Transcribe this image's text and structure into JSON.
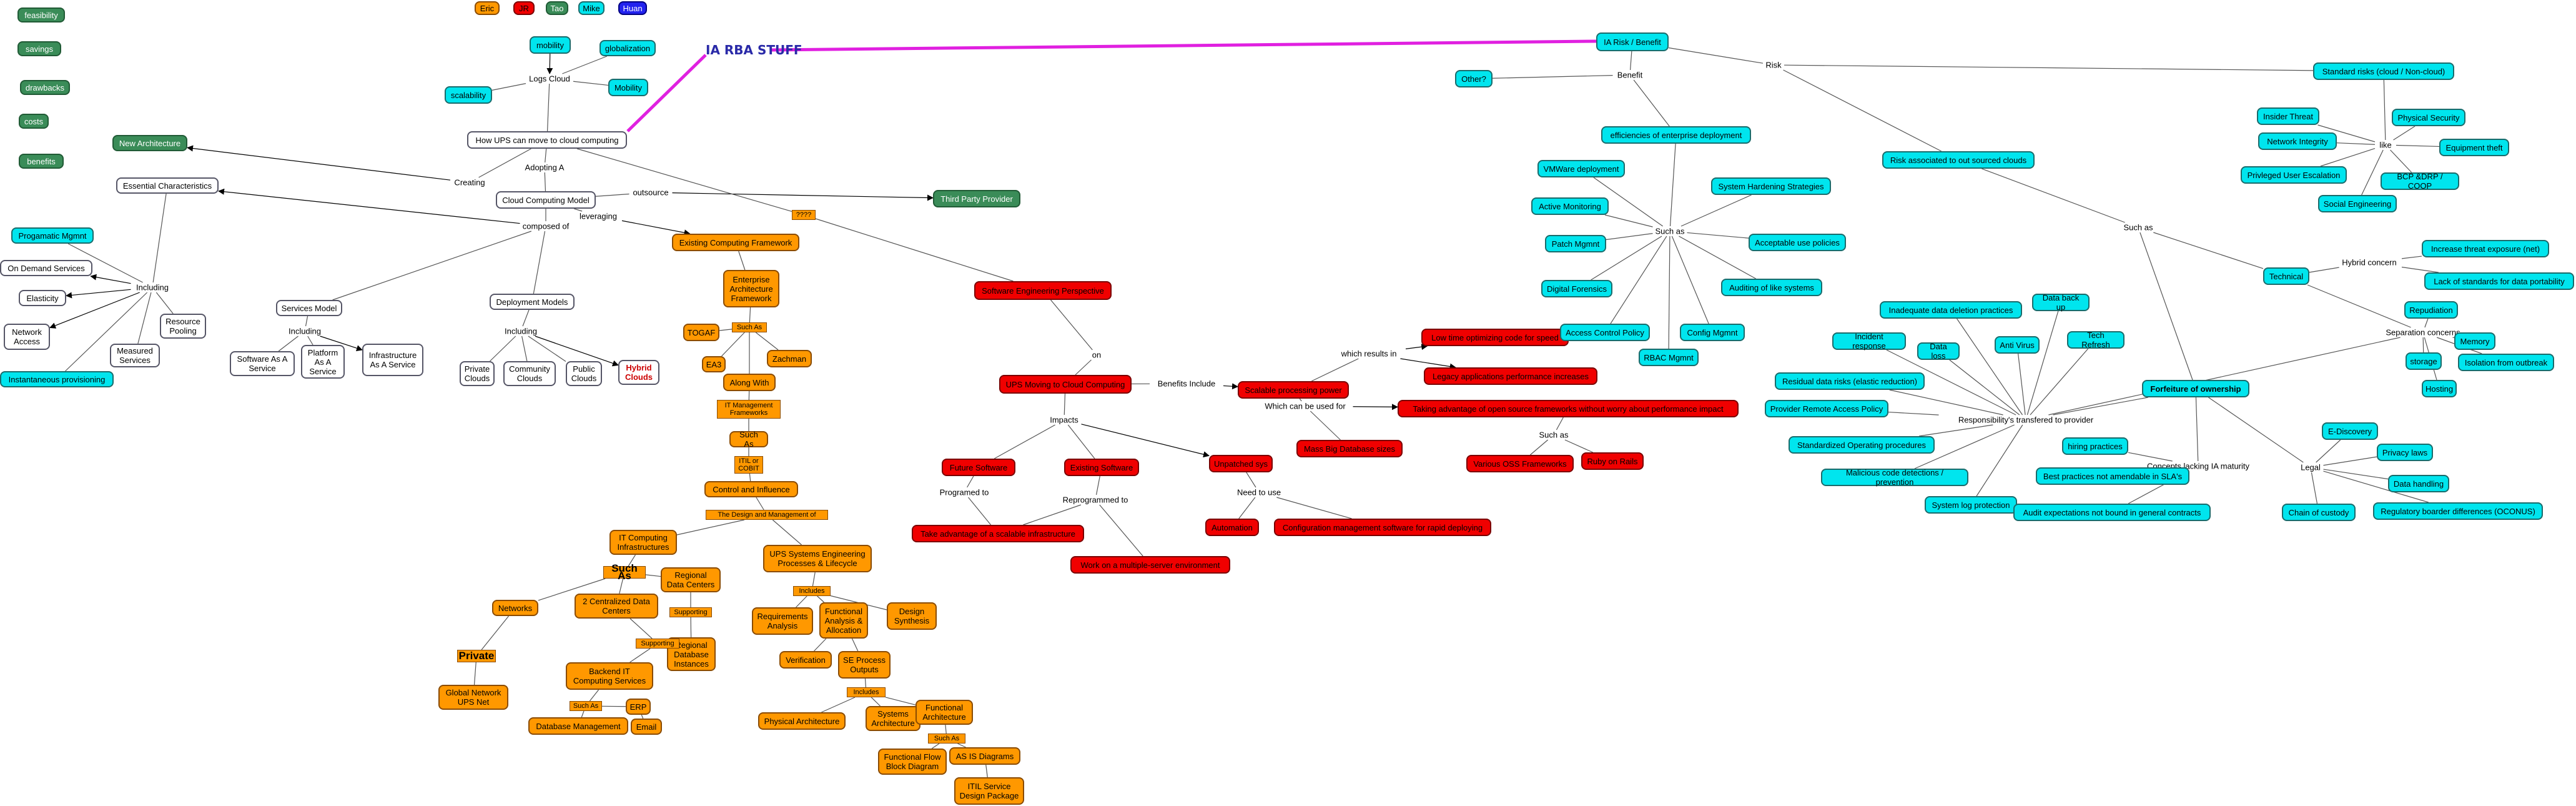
{
  "title": "IA RBA STUFF",
  "nodes": [
    {
      "id": "feasibility",
      "text": "feasibility",
      "style": "green"
    },
    {
      "id": "savings",
      "text": "savings",
      "style": "green"
    },
    {
      "id": "drawbacks",
      "text": "drawbacks",
      "style": "green"
    },
    {
      "id": "costs",
      "text": "costs",
      "style": "green"
    },
    {
      "id": "benefits",
      "text": "benefits",
      "style": "green"
    },
    {
      "id": "eric",
      "text": "Eric",
      "style": "orange"
    },
    {
      "id": "jr",
      "text": "JR",
      "style": "red"
    },
    {
      "id": "tao",
      "text": "Tao",
      "style": "green"
    },
    {
      "id": "mike",
      "text": "Mike",
      "style": "cyan"
    },
    {
      "id": "huan",
      "text": "Huan",
      "style": "blue"
    },
    {
      "id": "mobility",
      "text": "mobility",
      "style": "cyan"
    },
    {
      "id": "globalization",
      "text": "globalization",
      "style": "cyan"
    },
    {
      "id": "scalability",
      "text": "scalability",
      "style": "cyan"
    },
    {
      "id": "mobility2",
      "text": "Mobility",
      "style": "cyan"
    },
    {
      "id": "newarch",
      "text": "New Architecture",
      "style": "green"
    },
    {
      "id": "howups",
      "text": "How UPS can move to cloud computing",
      "style": "white"
    },
    {
      "id": "ccm",
      "text": "Cloud Computing Model",
      "style": "white"
    },
    {
      "id": "tpp",
      "text": "Third Party Provider",
      "style": "green"
    },
    {
      "id": "ecf",
      "text": "Existing Computing Framework",
      "style": "orange"
    },
    {
      "id": "essential",
      "text": "Essential Characteristics",
      "style": "white"
    },
    {
      "id": "progmgmt",
      "text": "Progamatic Mgmnt",
      "style": "cyan"
    },
    {
      "id": "ondemand",
      "text": "On Demand Services",
      "style": "white"
    },
    {
      "id": "elasticity",
      "text": "Elasticity",
      "style": "white"
    },
    {
      "id": "network",
      "text": "Network Access",
      "style": "white"
    },
    {
      "id": "instprov",
      "text": "Instantaneous provisioning",
      "style": "cyan"
    },
    {
      "id": "measured",
      "text": "Measured Services",
      "style": "white"
    },
    {
      "id": "respool",
      "text": "Resource Pooling",
      "style": "white"
    },
    {
      "id": "servicesmodel",
      "text": "Services Model",
      "style": "white"
    },
    {
      "id": "saas",
      "text": "Software As A Service",
      "style": "white"
    },
    {
      "id": "paas",
      "text": "Platform As A Service",
      "style": "white"
    },
    {
      "id": "iaas",
      "text": "Infrastructure As A Service",
      "style": "white"
    },
    {
      "id": "deploy",
      "text": "Deployment Models",
      "style": "white"
    },
    {
      "id": "private",
      "text": "Private Clouds",
      "style": "white"
    },
    {
      "id": "community",
      "text": "Community Clouds",
      "style": "white"
    },
    {
      "id": "public",
      "text": "Public Clouds",
      "style": "white"
    },
    {
      "id": "hybrid",
      "text": "Hybrid Clouds",
      "style": "white",
      "bold": true,
      "color": "#cc0000"
    },
    {
      "id": "eaf",
      "text": "Enterprise Architecture Framework",
      "style": "orange"
    },
    {
      "id": "suchas1",
      "text": "Such As",
      "style": "orange",
      "tag": true
    },
    {
      "id": "togaf",
      "text": "TOGAF",
      "style": "orange"
    },
    {
      "id": "ea3",
      "text": "EA3",
      "style": "orange"
    },
    {
      "id": "zachman",
      "text": "Zachman",
      "style": "orange"
    },
    {
      "id": "alongwith",
      "text": "Along With",
      "style": "orange"
    },
    {
      "id": "itmgmt",
      "text": "IT Management Frameworks",
      "style": "orange",
      "tag": true
    },
    {
      "id": "suchas2",
      "text": "Such As",
      "style": "orange"
    },
    {
      "id": "itil",
      "text": "ITIL or COBIT",
      "style": "orange",
      "tag": true
    },
    {
      "id": "control",
      "text": "Control and Influence",
      "style": "orange"
    },
    {
      "id": "design",
      "text": "The Design and Management of",
      "style": "orange",
      "tag": true
    },
    {
      "id": "itci",
      "text": "IT Computing Infrastructures",
      "style": "orange"
    },
    {
      "id": "upsse",
      "text": "UPS Systems Engineering Processes & Lifecycle",
      "style": "orange"
    },
    {
      "id": "suchas3",
      "text": "Such As",
      "style": "orange",
      "tag": true,
      "big": true
    },
    {
      "id": "regional",
      "text": "Regional Data Centers",
      "style": "orange"
    },
    {
      "id": "networks",
      "text": "Networks",
      "style": "orange"
    },
    {
      "id": "central",
      "text": "2 Centralized Data Centers",
      "style": "orange"
    },
    {
      "id": "supporting1",
      "text": "Supporting",
      "style": "orange",
      "tag": true
    },
    {
      "id": "regdb",
      "text": "Regional Database Instances",
      "style": "orange"
    },
    {
      "id": "supporting2",
      "text": "Supporting",
      "style": "orange",
      "tag": true
    },
    {
      "id": "privatetag",
      "text": "Private",
      "style": "orange",
      "tag": true,
      "big": true
    },
    {
      "id": "backend",
      "text": "Backend IT Computing Services",
      "style": "orange"
    },
    {
      "id": "globalnet",
      "text": "Global Network UPS Net",
      "style": "orange"
    },
    {
      "id": "suchas4",
      "text": "Such As",
      "style": "orange",
      "tag": true
    },
    {
      "id": "erp",
      "text": "ERP",
      "style": "orange"
    },
    {
      "id": "dbmgmt",
      "text": "Database Management",
      "style": "orange"
    },
    {
      "id": "email",
      "text": "Email",
      "style": "orange"
    },
    {
      "id": "includes",
      "text": "Includes",
      "style": "orange",
      "tag": true
    },
    {
      "id": "reqanalysis",
      "text": "Requirements Analysis",
      "style": "orange"
    },
    {
      "id": "funcanalysis",
      "text": "Functional Analysis & Allocation",
      "style": "orange"
    },
    {
      "id": "designsynth",
      "text": "Design Synthesis",
      "style": "orange"
    },
    {
      "id": "verification",
      "text": "Verification",
      "style": "orange"
    },
    {
      "id": "seprocess",
      "text": "SE Process Outputs",
      "style": "orange"
    },
    {
      "id": "includes2",
      "text": "Includes",
      "style": "orange",
      "tag": true
    },
    {
      "id": "physarch",
      "text": "Physical Architecture",
      "style": "orange"
    },
    {
      "id": "sysarch",
      "text": "Systems Architecture",
      "style": "orange"
    },
    {
      "id": "funcarch",
      "text": "Functional Architecture",
      "style": "orange"
    },
    {
      "id": "suchas5",
      "text": "Such As",
      "style": "orange",
      "tag": true
    },
    {
      "id": "ffbd",
      "text": "Functional Flow Block Diagram",
      "style": "orange"
    },
    {
      "id": "asis",
      "text": "AS IS Diagrams",
      "style": "orange"
    },
    {
      "id": "itilsvc",
      "text": "ITIL Service Design Package",
      "style": "orange"
    },
    {
      "id": "qmark",
      "text": "????",
      "style": "orange",
      "tag": true
    },
    {
      "id": "sep",
      "text": "Software Engineering Perspective",
      "style": "red"
    },
    {
      "id": "upsmoving",
      "text": "UPS Moving to Cloud Computing",
      "style": "red"
    },
    {
      "id": "scalperf",
      "text": "Scalable processing power",
      "style": "red"
    },
    {
      "id": "lowtime",
      "text": "Low time optimizing code for speed",
      "style": "red"
    },
    {
      "id": "legacy",
      "text": "Legacy applications performance increases",
      "style": "red"
    },
    {
      "id": "taking",
      "text": "Taking advantage of open source frameworks without worry about performance impact",
      "style": "red"
    },
    {
      "id": "bigdata",
      "text": "Mass Big Database sizes",
      "style": "red"
    },
    {
      "id": "various",
      "text": "Various OSS Frameworks",
      "style": "red"
    },
    {
      "id": "ruby",
      "text": "Ruby on Rails",
      "style": "red"
    },
    {
      "id": "future",
      "text": "Future Software",
      "style": "red"
    },
    {
      "id": "existing",
      "text": "Existing Software",
      "style": "red"
    },
    {
      "id": "unpatched",
      "text": "Unpatched sys",
      "style": "red"
    },
    {
      "id": "takeadv",
      "text": "Take advantage of a scalable infrastructure",
      "style": "red"
    },
    {
      "id": "work",
      "text": "Work on a multiple-server environment",
      "style": "red"
    },
    {
      "id": "automation",
      "text": "Automation",
      "style": "red"
    },
    {
      "id": "config",
      "text": "Configuration management software for rapid deploying",
      "style": "red"
    },
    {
      "id": "iarisk",
      "text": "IA Risk / Benefit",
      "style": "cyan"
    },
    {
      "id": "other",
      "text": "Other?",
      "style": "cyan"
    },
    {
      "id": "effic",
      "text": "efficiencies of enterprise deployment",
      "style": "cyan"
    },
    {
      "id": "vmware",
      "text": "VMWare deployment",
      "style": "cyan"
    },
    {
      "id": "syshard",
      "text": "System Hardening Strategies",
      "style": "cyan"
    },
    {
      "id": "activemon",
      "text": "Active Monitoring",
      "style": "cyan"
    },
    {
      "id": "patch",
      "text": "Patch Mgmnt",
      "style": "cyan"
    },
    {
      "id": "acceptable",
      "text": "Acceptable use policies",
      "style": "cyan"
    },
    {
      "id": "digfor",
      "text": "Digital Forensics",
      "style": "cyan"
    },
    {
      "id": "auditing",
      "text": "Auditing of like systems",
      "style": "cyan"
    },
    {
      "id": "acp",
      "text": "Access Control Policy",
      "style": "cyan"
    },
    {
      "id": "configmgmt",
      "text": "Config Mgmnt",
      "style": "cyan"
    },
    {
      "id": "rbac",
      "text": "RBAC Mgmnt",
      "style": "cyan"
    },
    {
      "id": "standard",
      "text": "Standard risks (cloud / Non-cloud)",
      "style": "cyan"
    },
    {
      "id": "insider",
      "text": "Insider Threat",
      "style": "cyan"
    },
    {
      "id": "physsec",
      "text": "Physical Security",
      "style": "cyan"
    },
    {
      "id": "netint",
      "text": "Network Integrity",
      "style": "cyan"
    },
    {
      "id": "equip",
      "text": "Equipment theft",
      "style": "cyan"
    },
    {
      "id": "privesc",
      "text": "Privleged User Escalation",
      "style": "cyan"
    },
    {
      "id": "bcp",
      "text": "BCP &DRP / COOP",
      "style": "cyan"
    },
    {
      "id": "soceng",
      "text": "Social Engineering",
      "style": "cyan"
    },
    {
      "id": "riskassoc",
      "text": "Risk associated to out sourced clouds",
      "style": "cyan"
    },
    {
      "id": "technical",
      "text": "Technical",
      "style": "cyan"
    },
    {
      "id": "increase",
      "text": "Increase threat exposure (net)",
      "style": "cyan"
    },
    {
      "id": "lack",
      "text": "Lack of standards for data portability",
      "style": "cyan"
    },
    {
      "id": "repudiation",
      "text": "Repudiation",
      "style": "cyan"
    },
    {
      "id": "memory",
      "text": "Memory",
      "style": "cyan"
    },
    {
      "id": "storage",
      "text": "storage",
      "style": "cyan"
    },
    {
      "id": "isolation",
      "text": "Isolation from outbreak",
      "style": "cyan"
    },
    {
      "id": "hosting",
      "text": "Hosting",
      "style": "cyan"
    },
    {
      "id": "inadequate",
      "text": "Inadequate data deletion practices",
      "style": "cyan"
    },
    {
      "id": "databackup",
      "text": "Data back up",
      "style": "cyan"
    },
    {
      "id": "incident",
      "text": "Incident response",
      "style": "cyan"
    },
    {
      "id": "dataloss",
      "text": "Data loss",
      "style": "cyan"
    },
    {
      "id": "antivirus",
      "text": "Anti Virus",
      "style": "cyan"
    },
    {
      "id": "techrefresh",
      "text": "Tech Refresh",
      "style": "cyan"
    },
    {
      "id": "residual",
      "text": "Residual data risks (elastic reduction)",
      "style": "cyan"
    },
    {
      "id": "provremote",
      "text": "Provider Remote Access Policy",
      "style": "cyan"
    },
    {
      "id": "forfeiture",
      "text": "Forfeiture of ownership",
      "style": "cyan",
      "bold": true
    },
    {
      "id": "standardized",
      "text": "Standardized Operating procedures",
      "style": "cyan"
    },
    {
      "id": "malicious",
      "text": "Malicious code detections / prevention",
      "style": "cyan"
    },
    {
      "id": "syslog",
      "text": "System log protection",
      "style": "cyan"
    },
    {
      "id": "hiring",
      "text": "hiring practices",
      "style": "cyan"
    },
    {
      "id": "bestpractices",
      "text": "Best practices not amendable in SLA's",
      "style": "cyan"
    },
    {
      "id": "auditexp",
      "text": "Audit expectations not bound in general contracts",
      "style": "cyan"
    },
    {
      "id": "ediscovery",
      "text": "E-Discovery",
      "style": "cyan"
    },
    {
      "id": "privacy",
      "text": "Privacy laws",
      "style": "cyan"
    },
    {
      "id": "datahandling",
      "text": "Data handling",
      "style": "cyan"
    },
    {
      "id": "chain",
      "text": "Chain of custody",
      "style": "cyan"
    },
    {
      "id": "regulatory",
      "text": "Regulatory boarder differences (OCONUS)",
      "style": "cyan"
    }
  ],
  "labels": [
    {
      "id": "lbl-logscloud",
      "text": "Logs Cloud"
    },
    {
      "id": "lbl-creating",
      "text": "Creating"
    },
    {
      "id": "lbl-adopting",
      "text": "Adopting A"
    },
    {
      "id": "lbl-outsource",
      "text": "outsource"
    },
    {
      "id": "lbl-leveraging",
      "text": "leveraging"
    },
    {
      "id": "lbl-composed",
      "text": "composed of"
    },
    {
      "id": "lbl-including1",
      "text": "Including"
    },
    {
      "id": "lbl-including2",
      "text": "Including"
    },
    {
      "id": "lbl-including3",
      "text": "Including"
    },
    {
      "id": "lbl-on",
      "text": "on"
    },
    {
      "id": "lbl-benefits",
      "text": "Benefits Include"
    },
    {
      "id": "lbl-whichresults",
      "text": "which results in"
    },
    {
      "id": "lbl-whichcan",
      "text": "Which can be used for"
    },
    {
      "id": "lbl-suchas-oss",
      "text": "Such as"
    },
    {
      "id": "lbl-impacts",
      "text": "Impacts"
    },
    {
      "id": "lbl-programmed",
      "text": "Programed to"
    },
    {
      "id": "lbl-reprogrammed",
      "text": "Reprogrammed to"
    },
    {
      "id": "lbl-needto",
      "text": "Need to use"
    },
    {
      "id": "lbl-benefit",
      "text": "Benefit"
    },
    {
      "id": "lbl-risk",
      "text": "Risk"
    },
    {
      "id": "lbl-suchas-mid",
      "text": "Such as"
    },
    {
      "id": "lbl-like",
      "text": "like"
    },
    {
      "id": "lbl-suchas-right",
      "text": "Such as"
    },
    {
      "id": "lbl-hybrid",
      "text": "Hybrid concern"
    },
    {
      "id": "lbl-separation",
      "text": "Separation concerns"
    },
    {
      "id": "lbl-responsibility",
      "text": "Responsibility's transfered to provider"
    },
    {
      "id": "lbl-concepts",
      "text": "Concepts lacking IA maturity"
    },
    {
      "id": "lbl-legal",
      "text": "Legal"
    }
  ]
}
